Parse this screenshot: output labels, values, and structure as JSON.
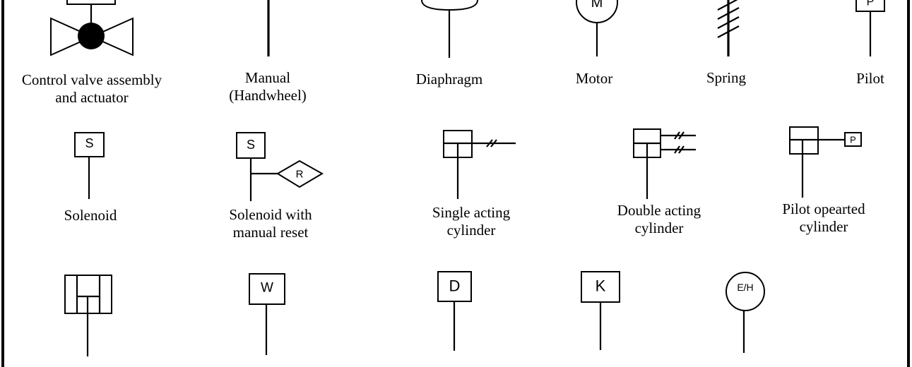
{
  "symbols": {
    "control_valve": {
      "label": [
        "Control valve assembly",
        "and actuator"
      ]
    },
    "manual": {
      "label": [
        "Manual",
        "(Handwheel)"
      ]
    },
    "diaphragm": {
      "label": [
        "Diaphragm"
      ]
    },
    "motor": {
      "label": [
        "Motor"
      ],
      "letter": "M"
    },
    "spring": {
      "label": [
        "Spring"
      ]
    },
    "pilot": {
      "label": [
        "Pilot"
      ],
      "letter": "P"
    },
    "solenoid": {
      "label": [
        "Solenoid"
      ],
      "letter": "S"
    },
    "solenoid_reset": {
      "label": [
        "Solenoid with",
        "manual reset"
      ],
      "letter": "S",
      "reset_letter": "R"
    },
    "single_acting": {
      "label": [
        "Single acting",
        "cylinder"
      ]
    },
    "double_acting": {
      "label": [
        "Double acting",
        "cylinder"
      ]
    },
    "pilot_cylinder": {
      "label": [
        "Pilot opearted",
        "cylinder"
      ],
      "letter": "P"
    },
    "w_actuator": {
      "letter": "W"
    },
    "d_actuator": {
      "letter": "D"
    },
    "k_actuator": {
      "letter": "K"
    },
    "eh_actuator": {
      "letter": "E/H"
    }
  }
}
